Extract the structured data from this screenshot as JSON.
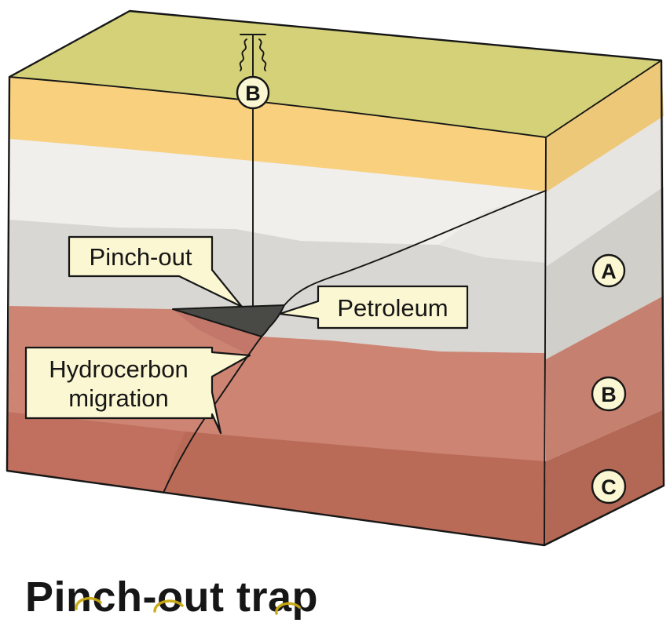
{
  "diagram": {
    "title": "Pinch-out trap",
    "callouts": {
      "pinch_out": "Pinch-out",
      "petroleum": "Petroleum",
      "hydro_line1": "Hydrocerbon",
      "hydro_line2": "migration"
    },
    "well_label": "B",
    "layer_labels": {
      "a": "A",
      "b": "B",
      "c": "C"
    },
    "colors": {
      "background": "#ffffff",
      "top_face": "#d4d178",
      "soil_band": "#f8d07e",
      "gray_light": "#f0efec",
      "gray_mid_light": "#e8e7e4",
      "gray_medium": "#d8d7d3",
      "salmon": "#cd8473",
      "salmon_mid": "#c1705f",
      "salmon_shadow": "#c3776a",
      "brick": "#b96b57",
      "petroleum": "#494946",
      "callout_fill": "#fbf7d2",
      "outline": "#161616",
      "doodle_yellow": "#c9a90f"
    }
  }
}
